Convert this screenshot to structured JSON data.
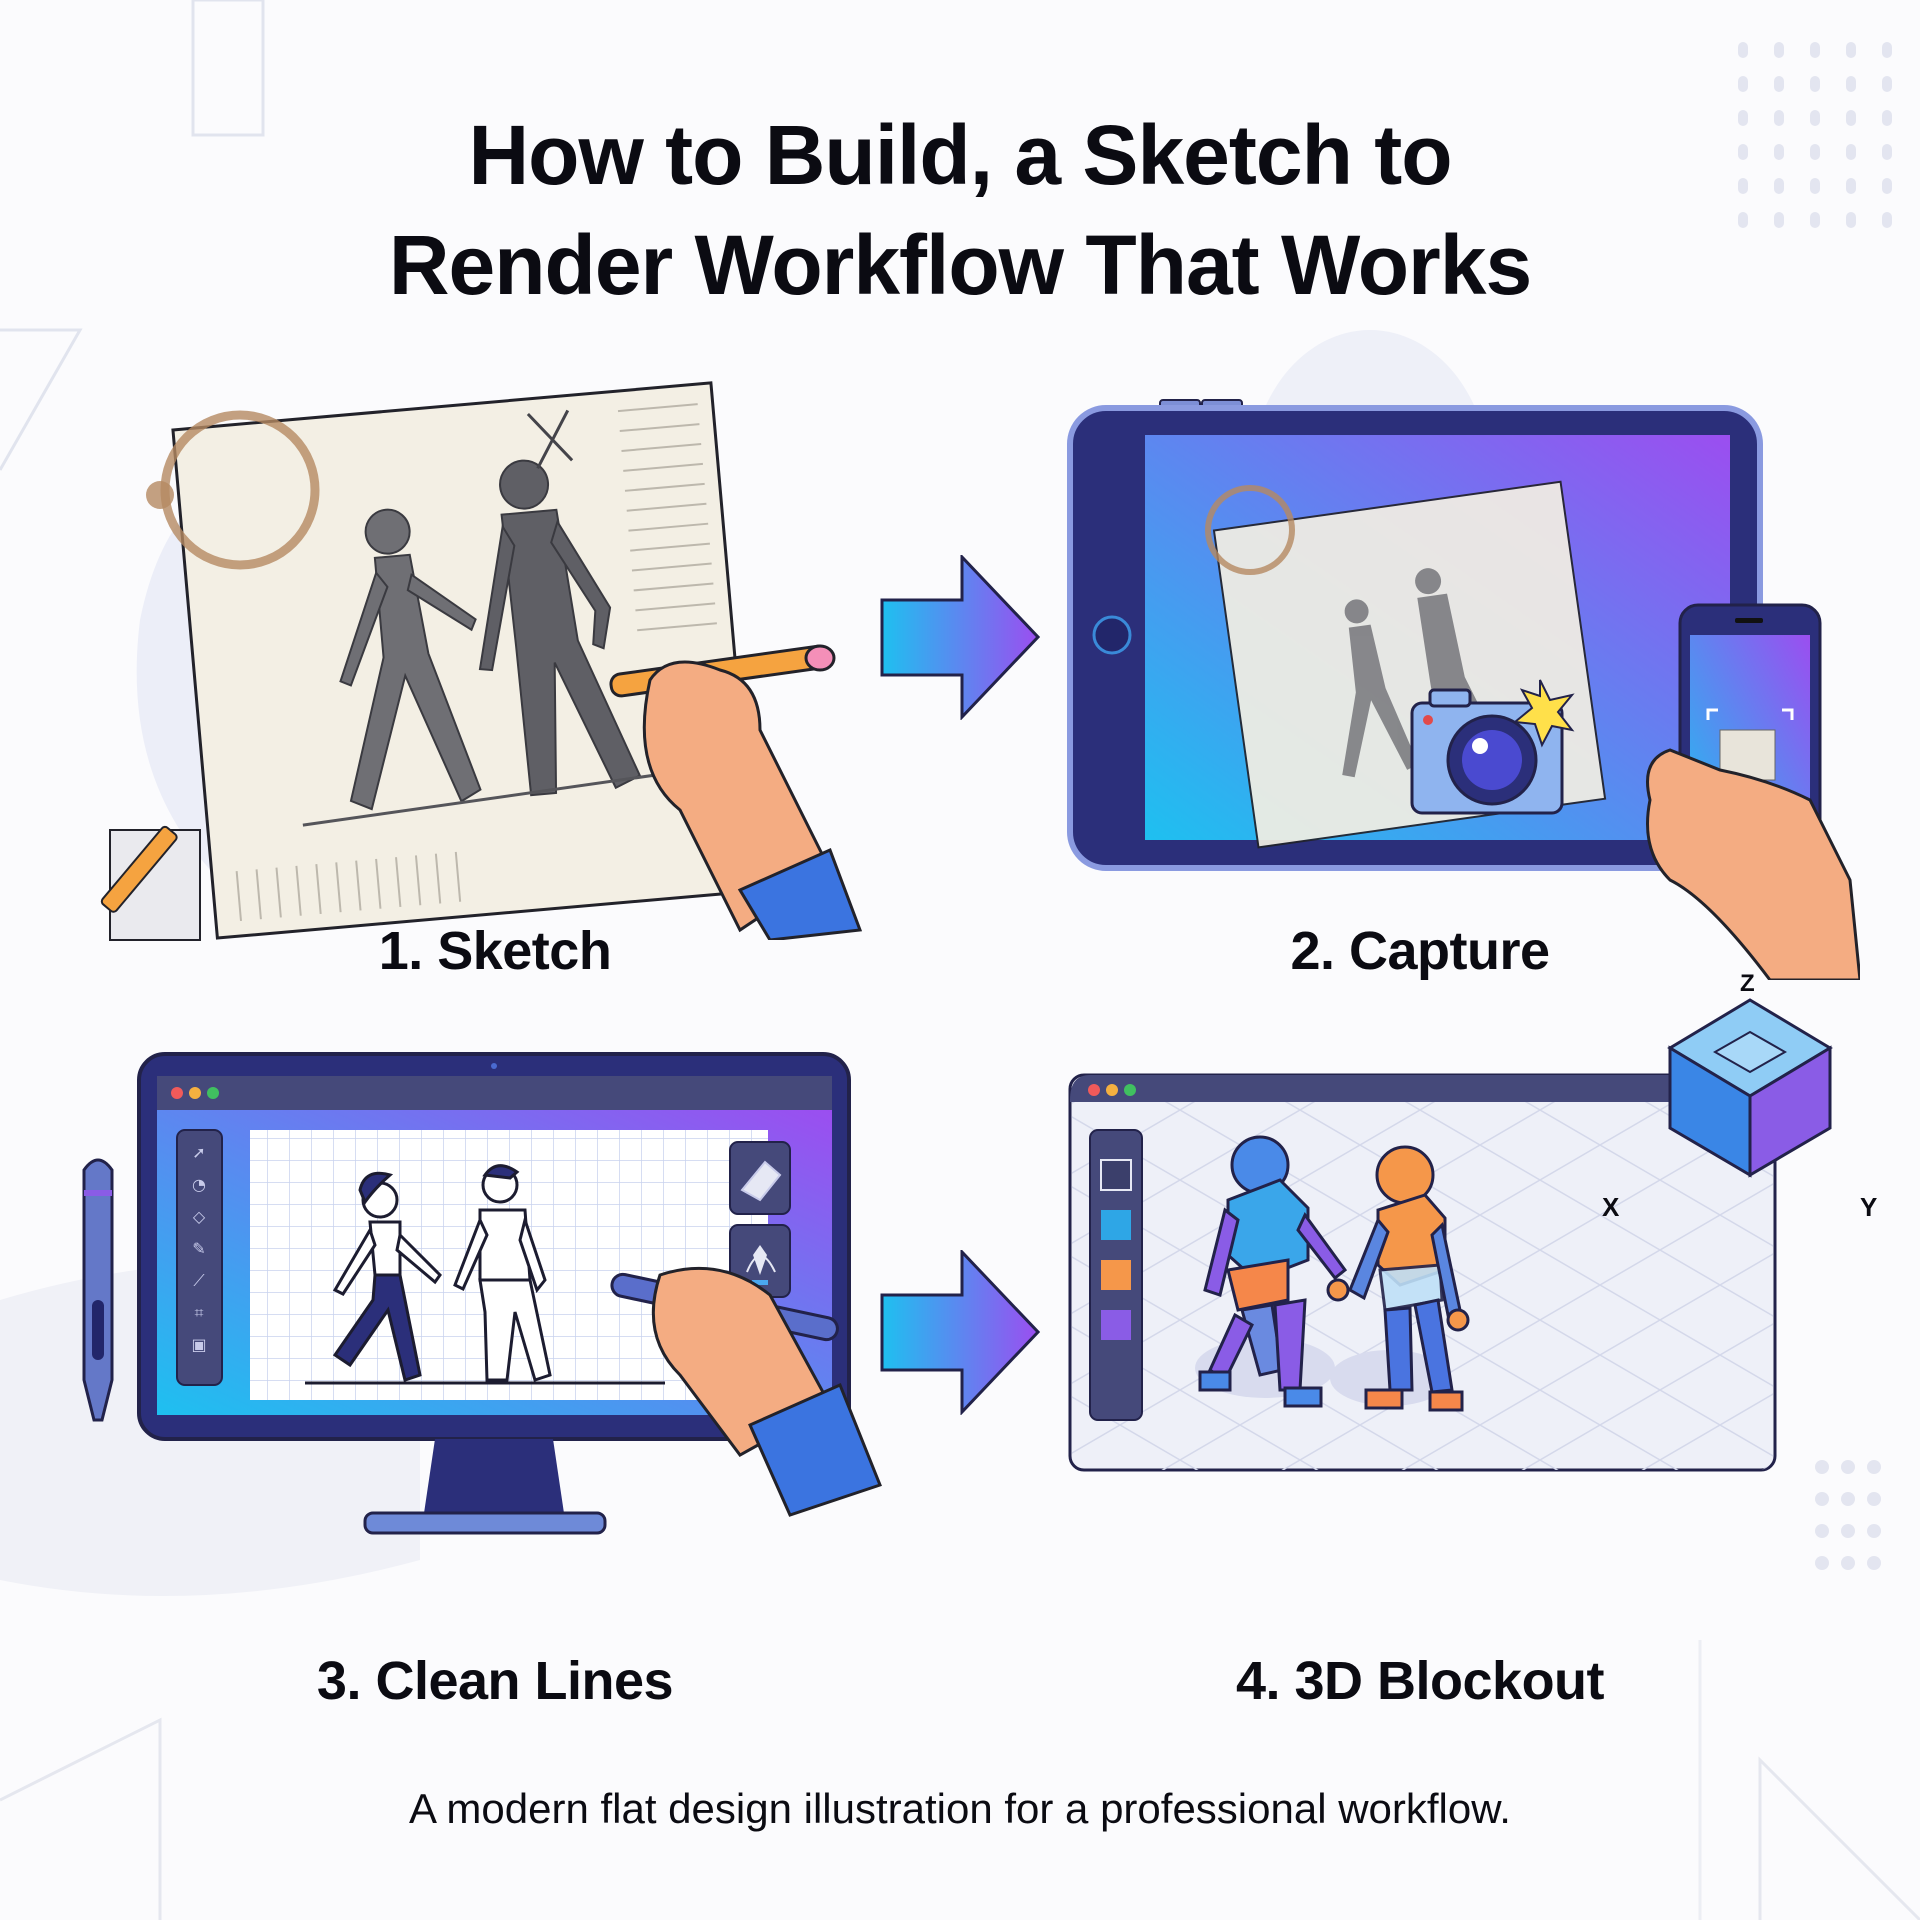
{
  "title": {
    "line1": "How to Build, a Sketch to",
    "line2": "Render Workflow That Works"
  },
  "steps": [
    {
      "number": 1,
      "label": "1. Sketch",
      "icon": "paper-sketch-hand-pencil"
    },
    {
      "number": 2,
      "label": "2. Capture",
      "icon": "tablet-camera-phone"
    },
    {
      "number": 3,
      "label": "3. Clean Lines",
      "icon": "monitor-drawing-app"
    },
    {
      "number": 4,
      "label": "4. 3D Blockout",
      "icon": "3d-viewport-cube"
    }
  ],
  "arrows": [
    {
      "from": 1,
      "to": 2,
      "icon": "arrow-right"
    },
    {
      "from": 3,
      "to": 4,
      "icon": "arrow-right"
    }
  ],
  "step3_app": {
    "window_controls": [
      "close",
      "minimize",
      "maximize"
    ],
    "tools": [
      "select-arrow",
      "lasso",
      "eraser",
      "pen",
      "line",
      "crop",
      "layers"
    ],
    "floating_tools": [
      "eraser",
      "bezier-pen"
    ]
  },
  "step4_app": {
    "window_controls": [
      "close",
      "minimize",
      "maximize"
    ],
    "swatches": [
      "#3b3f6b",
      "#2ea6e6",
      "#f5974a",
      "#8a5ce6"
    ],
    "axes": {
      "x": "X",
      "y": "Y",
      "z": "Z"
    }
  },
  "footer": "A modern flat design illustration for a professional workflow.",
  "colors": {
    "navy": "#2b2f7a",
    "gradient_start": "#1ec0f0",
    "gradient_end": "#9b4ef0",
    "paper": "#f3efe4",
    "skin": "#f4ac82",
    "orange": "#f5974a",
    "sleeve": "#3b74e0",
    "background": "#fbfbfd"
  }
}
